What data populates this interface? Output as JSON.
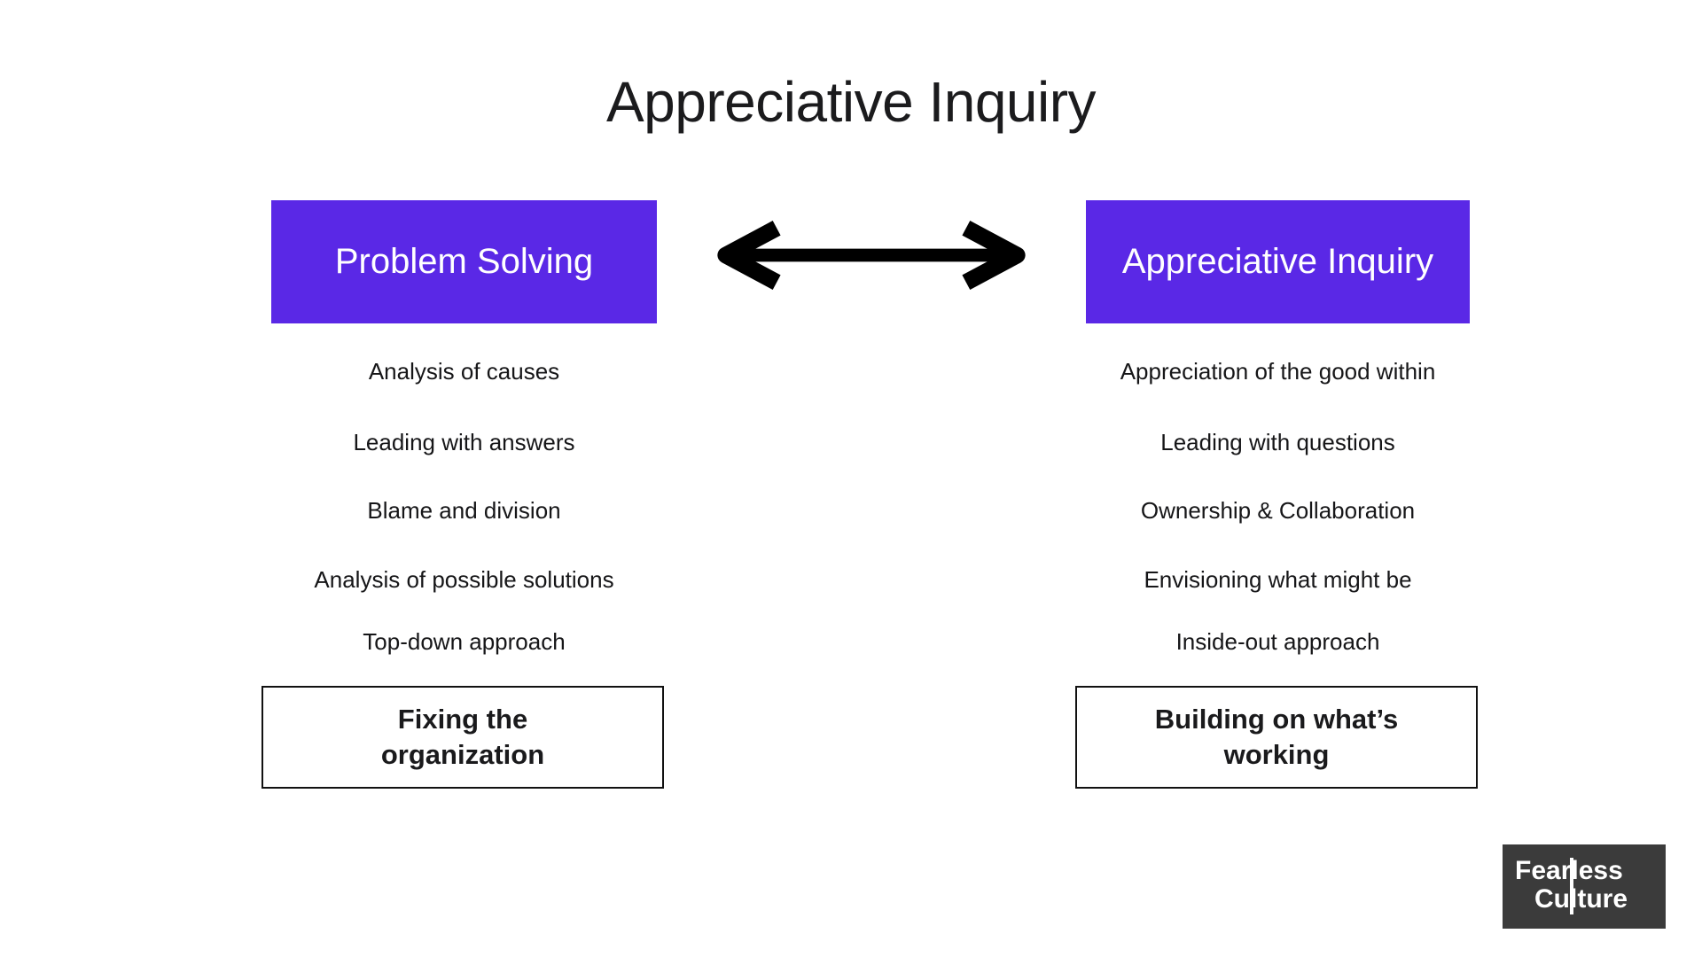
{
  "title": "Appreciative Inquiry",
  "colors": {
    "background": "#FFFFFF",
    "header_box_purple": "#5A28E6",
    "header_box_text": "#FFFFFF",
    "body_text": "#161618",
    "arrow_black": "#000000",
    "footer_box_border": "#111111",
    "logo_background": "#3B3B3B",
    "logo_text": "#FFFFFF"
  },
  "arrow": {
    "icon": "double-headed-arrow"
  },
  "left_column": {
    "header": "Problem Solving",
    "items": [
      "Analysis of causes",
      "Leading with answers",
      "Blame and division",
      "Analysis of possible solutions",
      "Top-down approach"
    ],
    "footer_lines": [
      "Fixing the",
      "organization"
    ]
  },
  "right_column": {
    "header": "Appreciative Inquiry",
    "items": [
      "Appreciation of the good within",
      "Leading with questions",
      "Ownership & Collaboration",
      "Envisioning what might be",
      "Inside-out approach"
    ],
    "footer_lines": [
      "Building on what’s",
      "working"
    ]
  },
  "logo": {
    "line1": "Fearless",
    "line2": "Culture"
  }
}
